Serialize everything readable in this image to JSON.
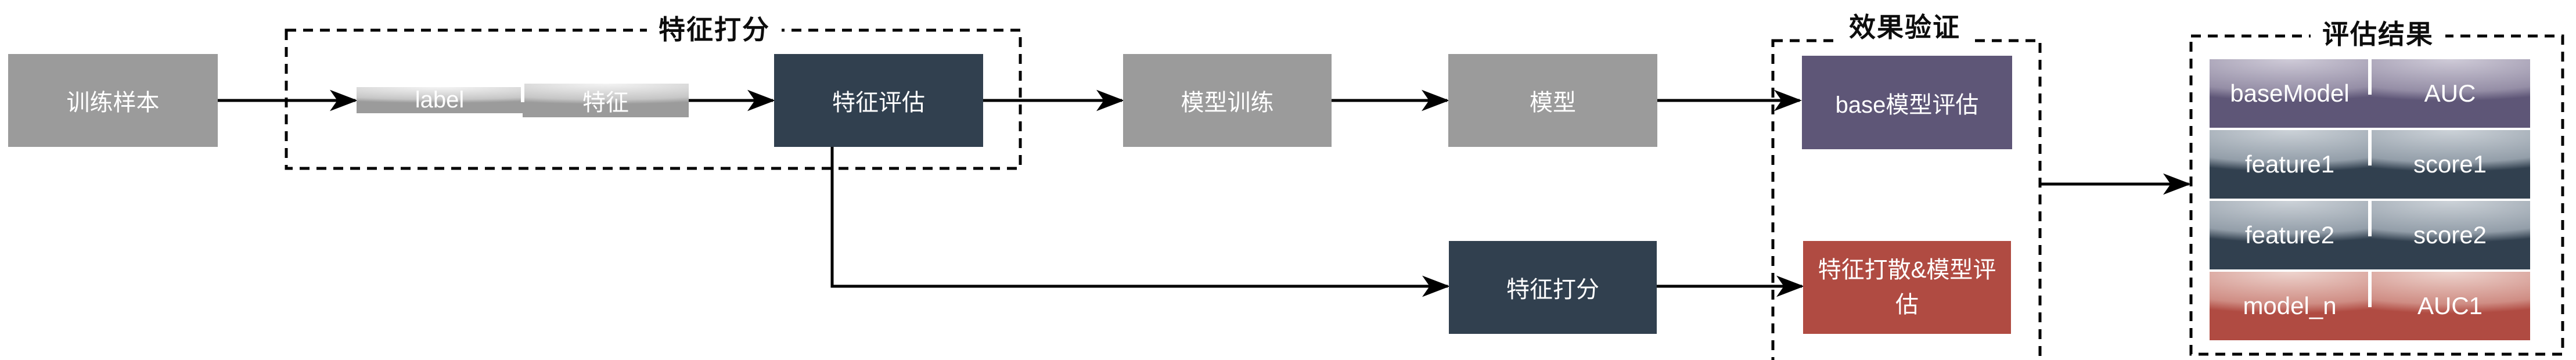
{
  "groups": {
    "scoring": {
      "title": "特征打分"
    },
    "validation": {
      "title": "效果验证"
    },
    "results": {
      "title": "评估结果"
    }
  },
  "nodes": {
    "training_samples": {
      "label": "训练样本"
    },
    "label_feature": {
      "left": "label",
      "right": "特征"
    },
    "feature_eval": {
      "label": "特征评估"
    },
    "model_training": {
      "label": "模型训练"
    },
    "model": {
      "label": "模型"
    },
    "feature_scoring": {
      "label": "特征打分"
    },
    "base_model_eval": {
      "label": "base模型评估"
    },
    "shuffle_model_eval": {
      "label": "特征打散&模型评估"
    }
  },
  "result_table": {
    "rows": [
      {
        "left": "baseModel",
        "right": "AUC",
        "theme": "purple"
      },
      {
        "left": "feature1",
        "right": "score1",
        "theme": "slate"
      },
      {
        "left": "feature2",
        "right": "score2",
        "theme": "slate"
      },
      {
        "left": "model_n",
        "right": "AUC1",
        "theme": "red"
      }
    ]
  },
  "colors": {
    "gray": "#9b9b9b",
    "grayLt": "#f4f4f4",
    "grayMd": "#c6c6c6",
    "slate": "#31404f",
    "slateLt": "#ccd2d8",
    "slateMd": "#939ea9",
    "purple": "#5e5677",
    "purpleLt": "#cfcbd8",
    "purpleMd": "#958ea6",
    "red": "#b04b42",
    "redLt": "#eed4ce",
    "redMd": "#cf8d84",
    "ink": "#000000"
  }
}
